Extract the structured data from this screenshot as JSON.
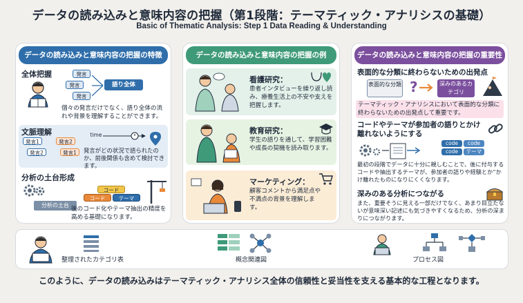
{
  "header": {
    "title": "データの読み込みと意味内容の把握（第1段階：テーマティック・アナリシスの基礎）",
    "subtitle": "Basic of Thematic Analysis: Step 1 Data Reading & Understanding"
  },
  "col1": {
    "header": "データの読み込みと意味内容の把握の特徴",
    "s1": {
      "title": "全体把握",
      "labels": [
        "発言",
        "発言",
        "発言",
        "語り全体"
      ],
      "body": "個々の発言だけでなく、語り全体の流れや背景を理解することができます。"
    },
    "s2": {
      "title": "文脈理解",
      "labels": [
        "発言1",
        "発言2",
        "発言2",
        "発言1",
        "time"
      ],
      "body": "発言がどの状況で語られたのか、前後関係も含めて検討できます。"
    },
    "s3": {
      "title": "分析の土台形成",
      "labels": [
        "コード",
        "コード",
        "テーマ",
        "分析の土台"
      ],
      "body": "後のコード化やテーマ抽出の精度を高める基礎になります。"
    }
  },
  "col2": {
    "header": "データの読み込みと意味内容の把握の例",
    "s1": {
      "title": "看護研究：",
      "body": "患者インタビューを繰り返し読み、療養生活上の不安や支えを把握します。"
    },
    "s2": {
      "title": "教育研究：",
      "body": "学生の語りを通して、学習困難や成長の契機を読み取ります。"
    },
    "s3": {
      "title": "マーケティング：",
      "body": "顧客コメントから満足点や不満点の背景を理解します。"
    }
  },
  "col3": {
    "header": "データの読み込みと意味内容の把握の重要性",
    "s1": {
      "title": "表面的な分類に終わらないための出発点",
      "labels": [
        "表面的な分類",
        "深みのあるカテゴリ"
      ],
      "body": "テーマティック・アナリシスにおいて表面的な分類に終わらないための出発点して重要です。"
    },
    "s2": {
      "title": "コードやテーマが参加者の語りとかけ離れないようにする",
      "labels": [
        "code",
        "code",
        "code",
        "テーマ"
      ],
      "body": "最初の段階でデータに十分に親しむことで、後に付与するコードや抽出するテーマが、参加者の語りや経験とか“かけ離れたものになりにくくなります。"
    },
    "s3": {
      "title": "深みのある分析につながる",
      "body": "また、重要そうに見える一部だけでなく、あまり目立たないが意味深い記述にも気づきやすくなるため、分析の深まりにつながります。"
    }
  },
  "bottom": {
    "items": [
      "整理されたカテゴリ表",
      "概念関連図",
      "プロセス図"
    ]
  },
  "footer": "このように、データの読み込みはテーマティック・アナリシス全体の信頼性と妥当性を支える基本的な工程となります。",
  "colors": {
    "blue": "#2f6eaa",
    "green": "#3f9a7a",
    "purple": "#7b4f9e",
    "orange": "#e8893a"
  }
}
